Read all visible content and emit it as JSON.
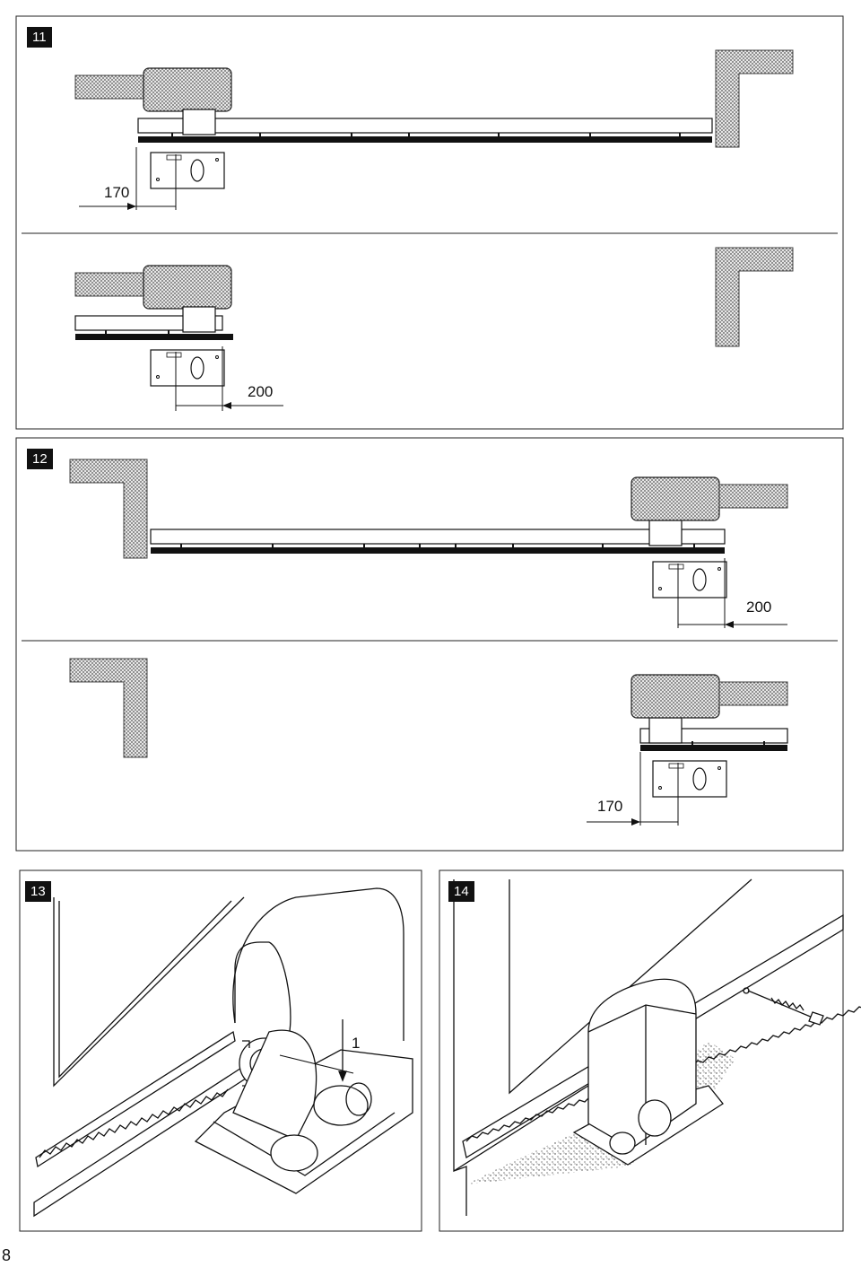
{
  "figures": {
    "fig11": {
      "label": "11",
      "dim_top": "170",
      "dim_bottom": "200"
    },
    "fig12": {
      "label": "12",
      "dim_top": "200",
      "dim_bottom": "170"
    },
    "fig13": {
      "label": "13",
      "callout": "1"
    },
    "fig14": {
      "label": "14"
    }
  },
  "page": {
    "number": "8"
  },
  "colors": {
    "line": "#111111",
    "hatch": "#9a9a9a",
    "bg": "#ffffff"
  }
}
